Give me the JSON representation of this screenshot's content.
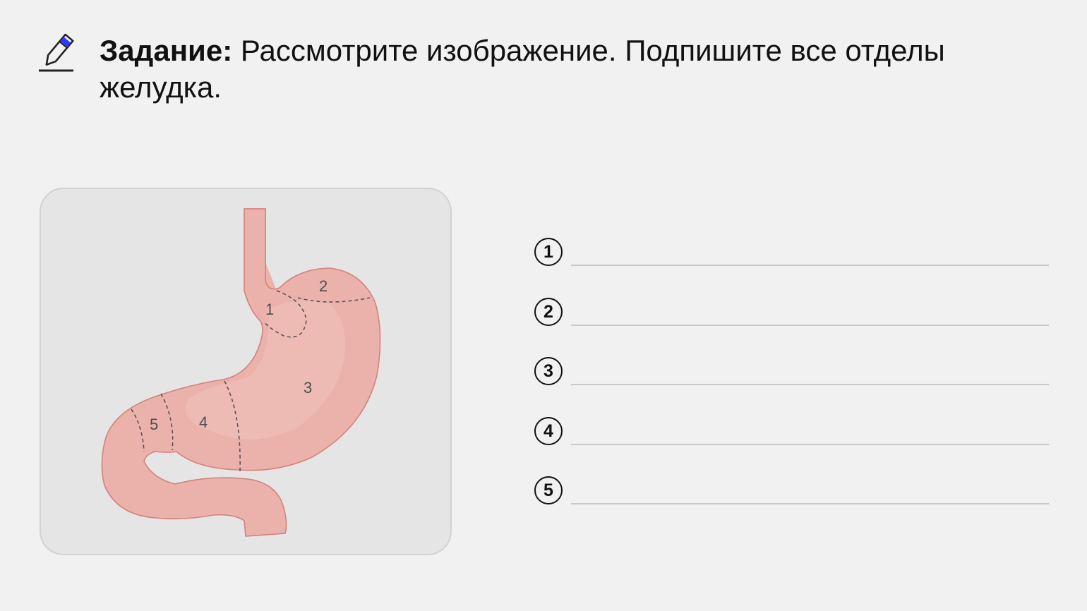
{
  "task": {
    "label": "Задание:",
    "text": "Рассмотрите изображение. Подпишите все отделы желудка.",
    "icon": "pencil-icon"
  },
  "figure": {
    "region_labels": [
      "1",
      "2",
      "3",
      "4",
      "5"
    ],
    "colors": {
      "stomach_fill": "#eab2ab",
      "stomach_outline": "#d5827d",
      "panel_bg": "#e5e5e5"
    }
  },
  "answers": [
    {
      "number": "1",
      "value": ""
    },
    {
      "number": "2",
      "value": ""
    },
    {
      "number": "3",
      "value": ""
    },
    {
      "number": "4",
      "value": ""
    },
    {
      "number": "5",
      "value": ""
    }
  ]
}
